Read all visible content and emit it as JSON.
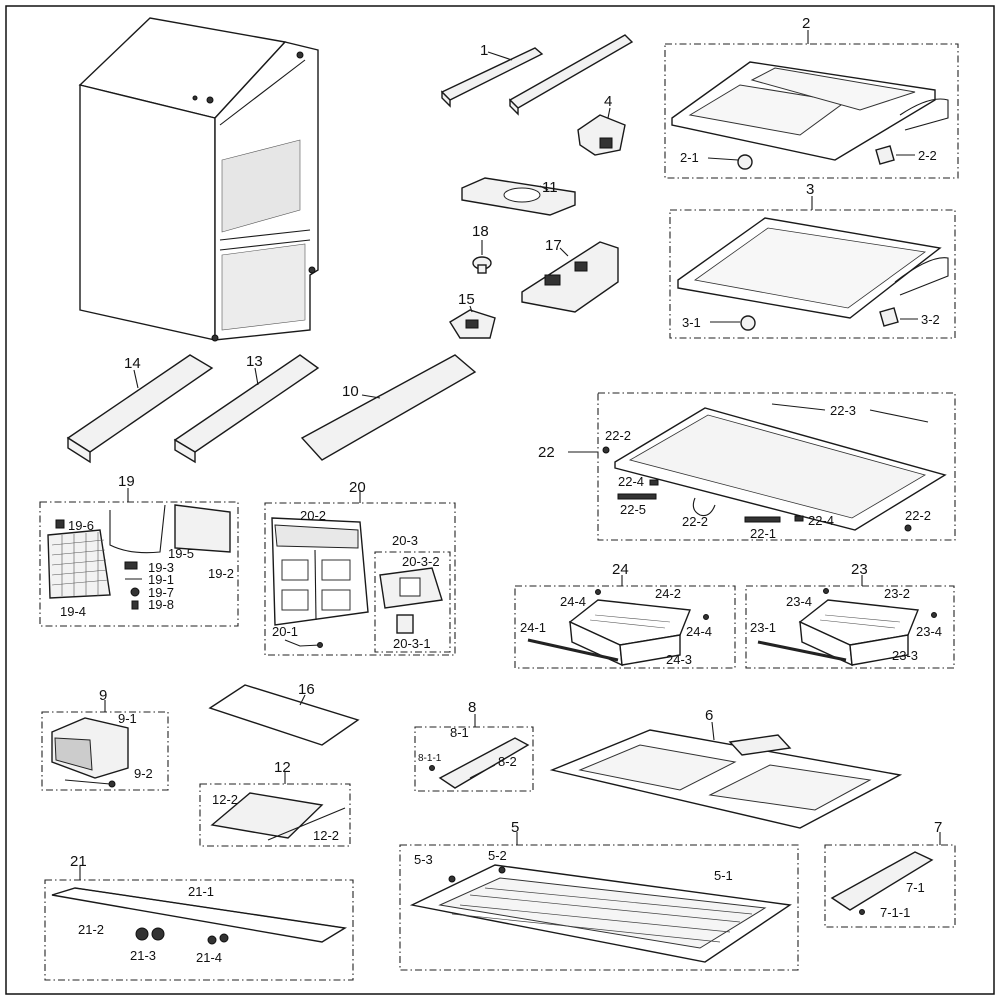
{
  "labels": {
    "p1": "1",
    "p2": "2",
    "p2_1": "2-1",
    "p2_2": "2-2",
    "p3": "3",
    "p3_1": "3-1",
    "p3_2": "3-2",
    "p4": "4",
    "p5": "5",
    "p5_1": "5-1",
    "p5_2": "5-2",
    "p5_3": "5-3",
    "p6": "6",
    "p7": "7",
    "p7_1": "7-1",
    "p7_1_1": "7-1-1",
    "p8": "8",
    "p8_1": "8-1",
    "p8_1_1": "8-1-1",
    "p8_2": "8-2",
    "p9": "9",
    "p9_1": "9-1",
    "p9_2": "9-2",
    "p10": "10",
    "p11": "11",
    "p12": "12",
    "p12_2a": "12-2",
    "p12_2b": "12-2",
    "p13": "13",
    "p14": "14",
    "p15": "15",
    "p16": "16",
    "p17": "17",
    "p18": "18",
    "p19": "19",
    "p19_1": "19-1",
    "p19_2": "19-2",
    "p19_3": "19-3",
    "p19_4": "19-4",
    "p19_5": "19-5",
    "p19_6": "19-6",
    "p19_7": "19-7",
    "p19_8": "19-8",
    "p20": "20",
    "p20_1": "20-1",
    "p20_2": "20-2",
    "p20_3": "20-3",
    "p20_3_1": "20-3-1",
    "p20_3_2": "20-3-2",
    "p21": "21",
    "p21_1": "21-1",
    "p21_2": "21-2",
    "p21_3": "21-3",
    "p21_4": "21-4",
    "p22": "22",
    "p22_1": "22-1",
    "p22_2a": "22-2",
    "p22_2b": "22-2",
    "p22_2c": "22-2",
    "p22_3": "22-3",
    "p22_4a": "22-4",
    "p22_4b": "22-4",
    "p22_5": "22-5",
    "p23": "23",
    "p23_1": "23-1",
    "p23_2": "23-2",
    "p23_3": "23-3",
    "p23_4a": "23-4",
    "p23_4b": "23-4",
    "p24": "24",
    "p24_1": "24-1",
    "p24_2": "24-2",
    "p24_3": "24-3",
    "p24_4a": "24-4",
    "p24_4b": "24-4"
  }
}
